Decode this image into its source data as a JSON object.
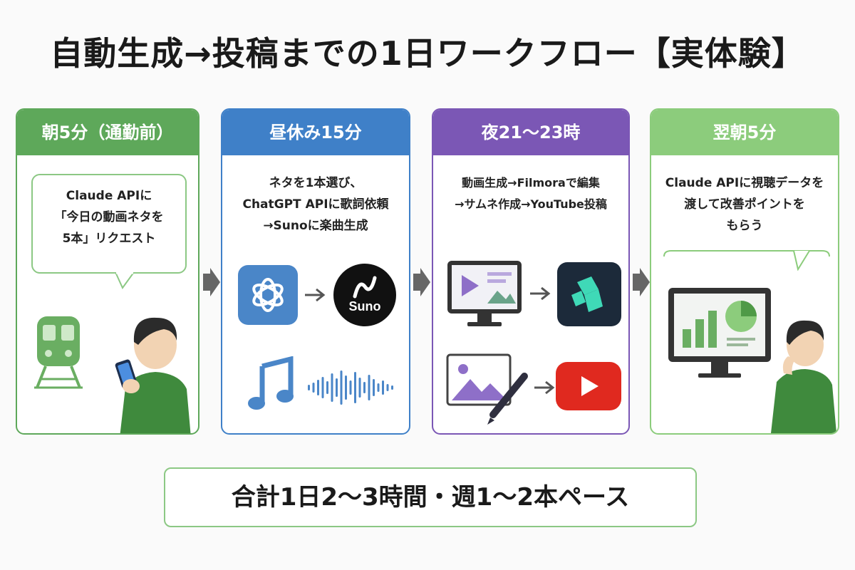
{
  "title": "自動生成→投稿までの1日ワークフロー【実体験】",
  "steps": [
    {
      "header": "朝5分（通勤前）",
      "lines": [
        "Claude APIに",
        "「今日の動画ネタを",
        "5本」リクエスト"
      ],
      "color": "#5ea85a"
    },
    {
      "header": "昼休み15分",
      "lines": [
        "ネタを1本選び、",
        "ChatGPT APIに歌詞依頼",
        "→Sunoに楽曲生成"
      ],
      "color": "#3f80c8",
      "suno_label": "Suno"
    },
    {
      "header": "夜21〜23時",
      "lines": [
        "動画生成→Filmoraで編集",
        "→サムネ作成→YouTube投稿"
      ],
      "color": "#7b57b5"
    },
    {
      "header": "翌朝5分",
      "lines": [
        "Claude APIに視聴データを",
        "渡して改善ポイントを",
        "もらう"
      ],
      "color": "#8ccc7c"
    }
  ],
  "footer": "合計1日2〜3時間・週1〜2本ペース",
  "icons": {
    "step1": [
      "train-icon",
      "person-phone-icon"
    ],
    "step2": [
      "chatgpt-icon",
      "suno-icon",
      "music-note-icon",
      "sound-wave-icon"
    ],
    "step3": [
      "video-editor-monitor-icon",
      "filmora-icon",
      "thumbnail-image-icon",
      "youtube-icon"
    ],
    "step4": [
      "analytics-monitor-icon",
      "thinking-person-icon"
    ]
  }
}
